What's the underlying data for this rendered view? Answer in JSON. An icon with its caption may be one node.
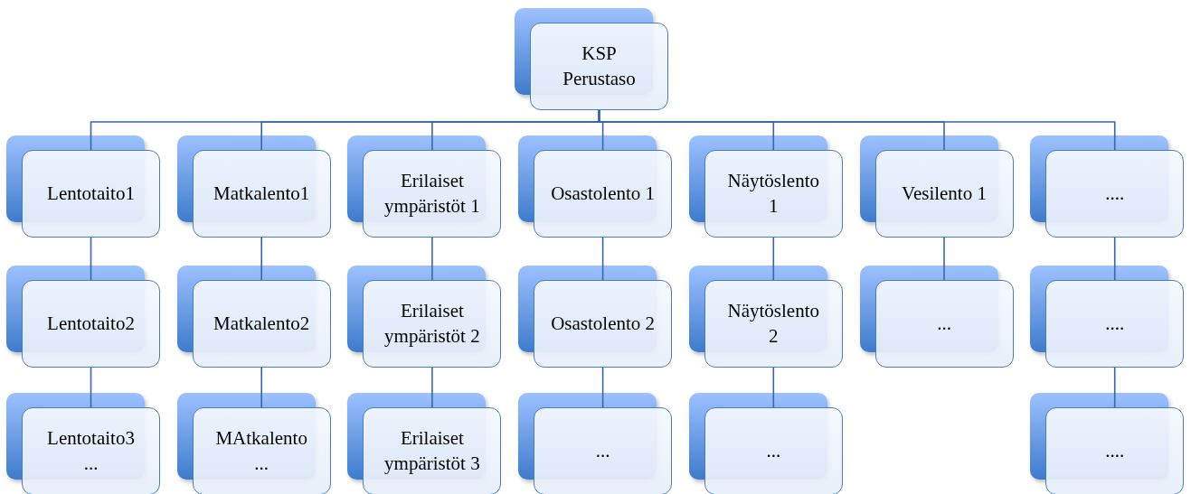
{
  "diagram": {
    "nodes": [
      {
        "text": [
          "KSP Perustaso"
        ]
      },
      {
        "text": [
          "Lentotaito1"
        ]
      },
      {
        "text": [
          "Matkalento1"
        ]
      },
      {
        "text": [
          "Erilaiset ympäristöt 1"
        ]
      },
      {
        "text": [
          "Osastolento 1"
        ]
      },
      {
        "text": [
          "Näytöslento 1"
        ]
      },
      {
        "text": [
          "Vesilento 1"
        ]
      },
      {
        "text": [
          "...."
        ]
      },
      {
        "text": [
          "Lentotaito2"
        ]
      },
      {
        "text": [
          "Matkalento2"
        ]
      },
      {
        "text": [
          "Erilaiset ympäristöt 2"
        ]
      },
      {
        "text": [
          "Osastolento 2"
        ]
      },
      {
        "text": [
          "Näytöslento 2"
        ]
      },
      {
        "text": [
          "..."
        ]
      },
      {
        "text": [
          "...."
        ]
      },
      {
        "text": [
          "Lentotaito3 ..."
        ]
      },
      {
        "text": [
          "MAtkalento ..."
        ]
      },
      {
        "text": [
          "Erilaiset ympäristöt 3"
        ]
      },
      {
        "text": [
          "..."
        ]
      },
      {
        "text": [
          "..."
        ]
      },
      {
        "text": [
          "...."
        ]
      }
    ],
    "edges": [
      {
        "from": 0,
        "to": 1,
        "arrow": "none"
      },
      {
        "from": 0,
        "to": 2,
        "arrow": "none"
      },
      {
        "from": 0,
        "to": 3,
        "arrow": "none"
      },
      {
        "from": 0,
        "to": 4,
        "arrow": "none"
      },
      {
        "from": 0,
        "to": 5,
        "arrow": "none"
      },
      {
        "from": 0,
        "to": 6,
        "arrow": "none"
      },
      {
        "from": 0,
        "to": 7,
        "arrow": "none"
      },
      {
        "from": 1,
        "to": 8,
        "arrow": "none"
      },
      {
        "from": 2,
        "to": 9,
        "arrow": "none"
      },
      {
        "from": 3,
        "to": 10,
        "arrow": "none"
      },
      {
        "from": 4,
        "to": 11,
        "arrow": "none"
      },
      {
        "from": 5,
        "to": 12,
        "arrow": "none"
      },
      {
        "from": 6,
        "to": 13,
        "arrow": "none"
      },
      {
        "from": 7,
        "to": 14,
        "arrow": "none"
      },
      {
        "from": 8,
        "to": 15,
        "arrow": "none"
      },
      {
        "from": 9,
        "to": 16,
        "arrow": "none"
      },
      {
        "from": 10,
        "to": 17,
        "arrow": "none"
      },
      {
        "from": 11,
        "to": 18,
        "arrow": "none"
      },
      {
        "from": 12,
        "to": 19,
        "arrow": "none"
      },
      {
        "from": 14,
        "to": 20,
        "arrow": "none"
      }
    ]
  }
}
